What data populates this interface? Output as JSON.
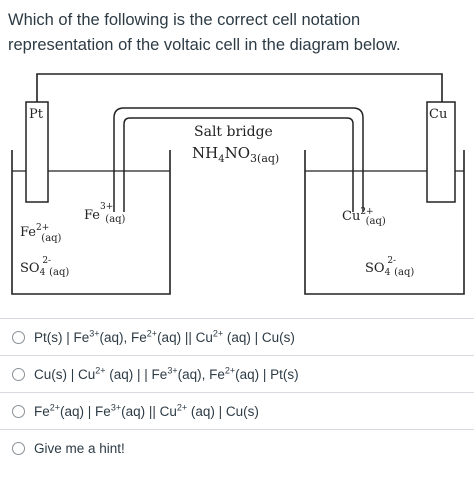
{
  "question": {
    "text": "Which of the following is the correct cell notation representation of the voltaic cell in the diagram below."
  },
  "diagram": {
    "left_electrode": "Pt",
    "right_electrode": "Cu",
    "salt_bridge_label": "Salt bridge",
    "salt_bridge_formula": {
      "a": "NH",
      "b": "4",
      "c": "NO",
      "d": "3(aq)"
    },
    "left_species": {
      "fe3": {
        "base": "Fe",
        "charge": "3+",
        "state": "(aq)"
      },
      "fe2": {
        "base": "Fe",
        "charge": "2+",
        "state": "(aq)"
      },
      "so4": {
        "base": "SO",
        "sub": "4",
        "charge": "2-",
        "state": "(aq)"
      }
    },
    "right_species": {
      "cu2": {
        "base": "Cu",
        "charge": "2+",
        "state": "(aq)"
      },
      "so4": {
        "base": "SO",
        "sub": "4",
        "charge": "2-",
        "state": "(aq)"
      }
    }
  },
  "options": [
    {
      "parts": [
        "Pt(s) | Fe",
        "3+",
        "(aq), Fe",
        "2+",
        "(aq) || Cu",
        "2+",
        " (aq) | Cu(s)"
      ]
    },
    {
      "parts": [
        "Cu(s) | Cu",
        "2+",
        " (aq) | | Fe",
        "3+",
        "(aq), Fe",
        "2+",
        "(aq) | Pt(s)"
      ]
    },
    {
      "parts": [
        "Fe",
        "2+",
        "(aq) | Fe",
        "3+",
        "(aq) || Cu",
        "2+",
        " (aq) | Cu(s)"
      ]
    },
    {
      "parts": [
        "Give me a hint!"
      ]
    }
  ]
}
